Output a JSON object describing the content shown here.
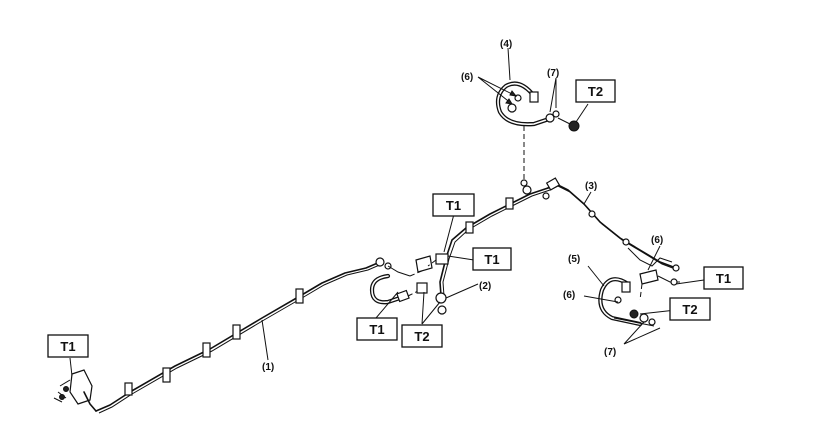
{
  "callouts": {
    "c1": "(1)",
    "c2": "(2)",
    "c3": "(3)",
    "c4": "(4)",
    "c5": "(5)",
    "c6a": "(6)",
    "c6b": "(6)",
    "c6c": "(6)",
    "c7a": "(7)",
    "c7b": "(7)"
  },
  "torque_labels": {
    "t2_top": "T2",
    "t1_left": "T1",
    "t1_upper": "T1",
    "t1_mid": "T1",
    "t1_lower": "T1",
    "t2_lower": "T2",
    "t1_right": "T1",
    "t2_right": "T2"
  }
}
